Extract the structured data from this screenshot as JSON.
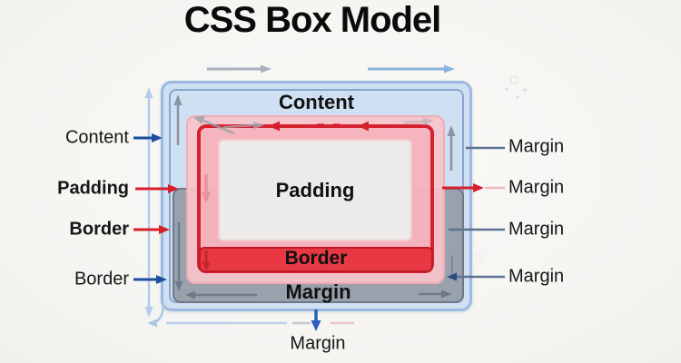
{
  "title": "CSS Box Model",
  "box": {
    "content_top_label": "Content",
    "padding_label": "Padding",
    "border_band_label": "Border",
    "margin_band_label": "Margin"
  },
  "left_labels": [
    {
      "text": "Content",
      "bold": false,
      "arrow_color": "#1d4e9e"
    },
    {
      "text": "Padding",
      "bold": true,
      "arrow_color": "#d5212b"
    },
    {
      "text": "Border",
      "bold": true,
      "arrow_color": "#d5212b"
    },
    {
      "text": "Border",
      "bold": false,
      "arrow_color": "#1d4e9e"
    }
  ],
  "right_labels": [
    {
      "text": "Margin",
      "connector": "slate-line"
    },
    {
      "text": "Margin",
      "connector": "red-arrow-right"
    },
    {
      "text": "Margin",
      "connector": "slate-line"
    },
    {
      "text": "Margin",
      "connector": "slate-line-arrow-left"
    }
  ],
  "bottom_label": "Margin",
  "colors": {
    "background": "#f7f6f3",
    "blue_fill": "#cfe0f2",
    "blue_border": "#9cbadf",
    "blue_inner_stroke": "#7092c6",
    "gray_fill": "#99a1ad",
    "gray_border": "#6e7886",
    "pink_fill": "#f8c4cb",
    "red_outline": "#d6222e",
    "content_fill": "#edebe9",
    "red_band_fill": "#e73843",
    "label_blue_arrow": "#1d4e9e",
    "label_red_arrow": "#d5212b",
    "connector_slate": "#5b7294",
    "title_color": "#0b0b0b"
  }
}
